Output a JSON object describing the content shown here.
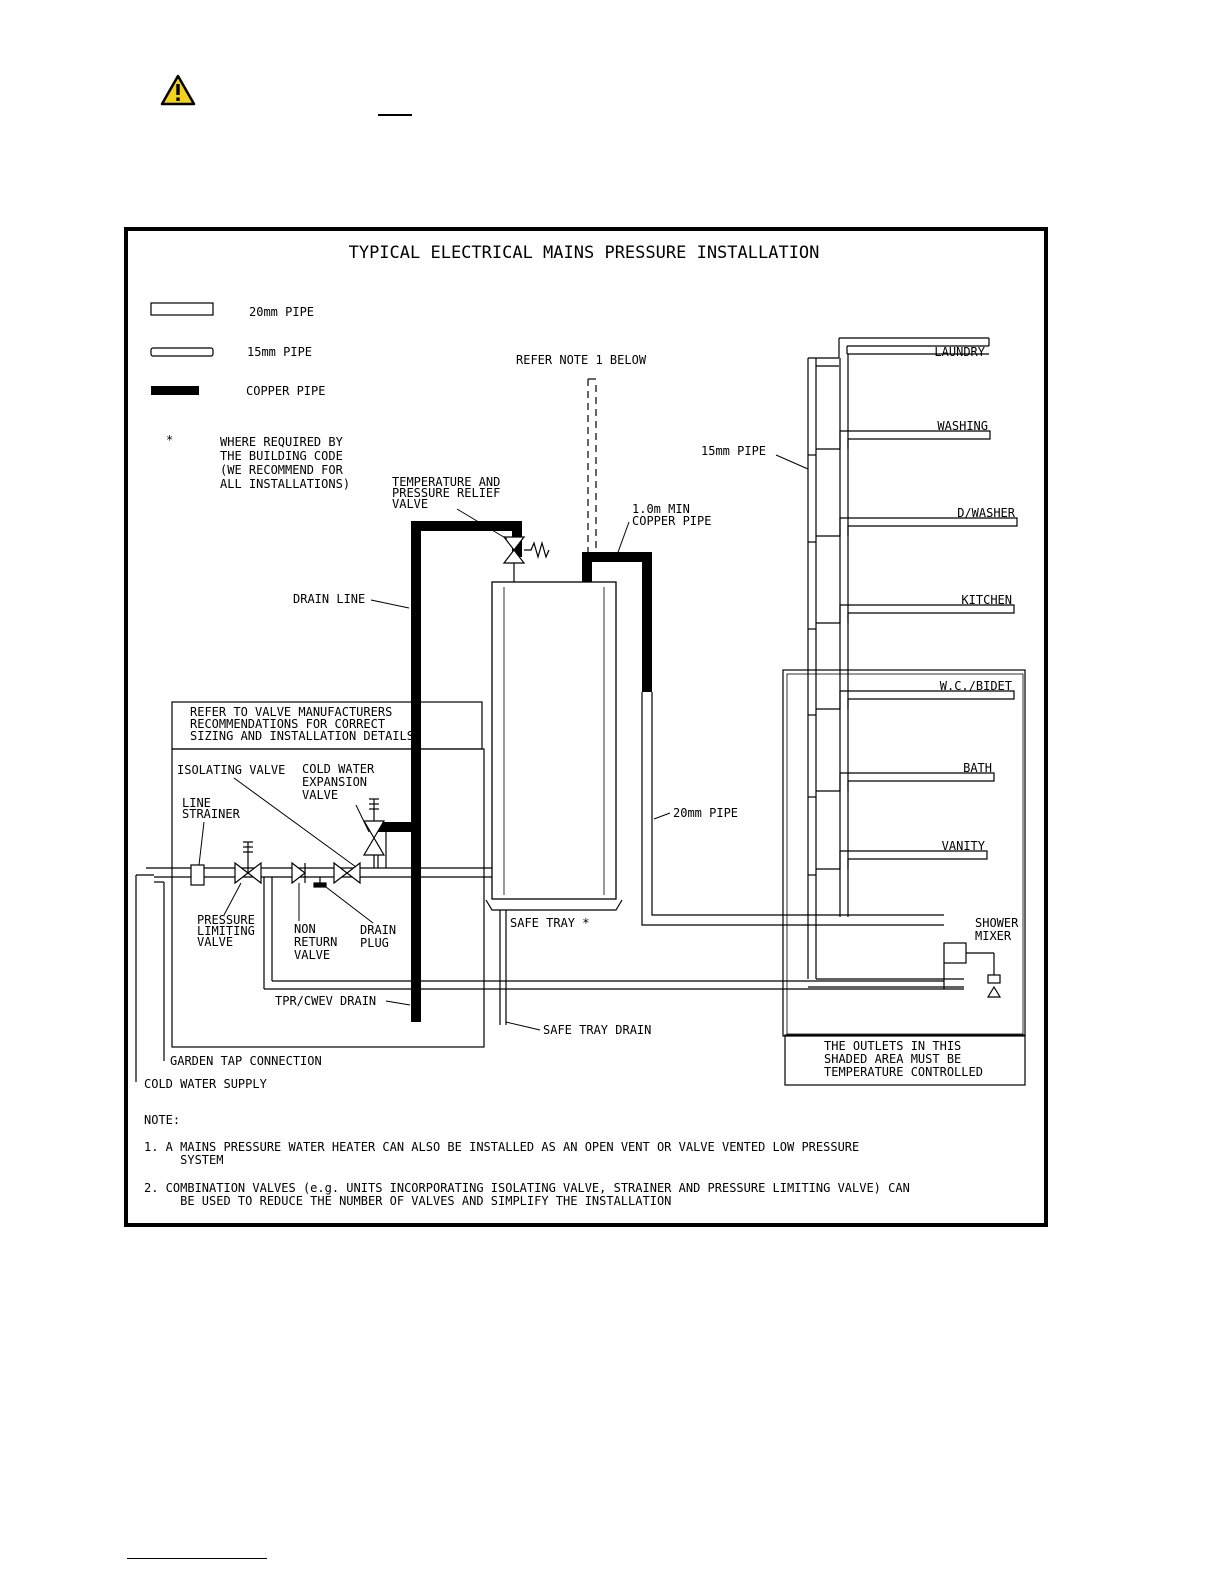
{
  "diagram": {
    "title": "TYPICAL ELECTRICAL MAINS PRESSURE INSTALLATION",
    "legend": {
      "pipe_20mm": "20mm PIPE",
      "pipe_15mm": "15mm PIPE",
      "copper_pipe": "COPPER PIPE",
      "asterisk": "*",
      "asterisk_note": [
        "WHERE REQUIRED BY",
        "THE BUILDING CODE",
        "(WE RECOMMEND FOR",
        "ALL INSTALLATIONS)"
      ]
    },
    "labels": {
      "refer_note": "REFER NOTE 1 BELOW",
      "tpr_valve": [
        "TEMPERATURE AND",
        "PRESSURE RELIEF",
        "VALVE"
      ],
      "copper_min": [
        "1.0m MIN",
        "COPPER PIPE"
      ],
      "pipe_15mm": "15mm PIPE",
      "drain_line": "DRAIN LINE",
      "valve_box": [
        "REFER TO VALVE MANUFACTURERS",
        "RECOMMENDATIONS FOR CORRECT",
        "SIZING AND INSTALLATION DETAILS"
      ],
      "isolating_valve": "ISOLATING VALVE",
      "cold_water_expansion": [
        "COLD WATER",
        "EXPANSION",
        "VALVE"
      ],
      "line_strainer": [
        "LINE",
        "STRAINER"
      ],
      "pipe_20mm": "20mm PIPE",
      "pressure_limiting": [
        "PRESSURE",
        "LIMITING",
        "VALVE"
      ],
      "non_return": [
        "NON",
        "RETURN",
        "VALVE"
      ],
      "drain_plug": [
        "DRAIN",
        "PLUG"
      ],
      "safe_tray": "SAFE TRAY *",
      "tpr_drain": "TPR/CWEV DRAIN",
      "safe_tray_drain": "SAFE TRAY DRAIN",
      "garden_tap": "GARDEN TAP CONNECTION",
      "cold_water_supply": "COLD WATER SUPPLY",
      "shower_mixer": [
        "SHOWER",
        "MIXER"
      ],
      "shaded_note": [
        "THE OUTLETS IN THIS",
        "SHADED AREA MUST BE",
        "TEMPERATURE CONTROLLED"
      ]
    },
    "outlets": [
      "LAUNDRY",
      "WASHING",
      "D/WASHER",
      "KITCHEN",
      "W.C./BIDET",
      "BATH",
      "VANITY"
    ],
    "notes": {
      "heading": "NOTE:",
      "items": [
        [
          "1. A MAINS PRESSURE WATER HEATER CAN ALSO BE INSTALLED AS AN OPEN VENT OR VALVE VENTED LOW PRESSURE",
          "     SYSTEM"
        ],
        [
          "2. COMBINATION VALVES (e.g. UNITS INCORPORATING ISOLATING VALVE, STRAINER AND PRESSURE LIMITING VALVE) CAN",
          "     BE USED TO REDUCE THE NUMBER OF VALVES AND SIMPLIFY THE INSTALLATION"
        ]
      ]
    }
  }
}
